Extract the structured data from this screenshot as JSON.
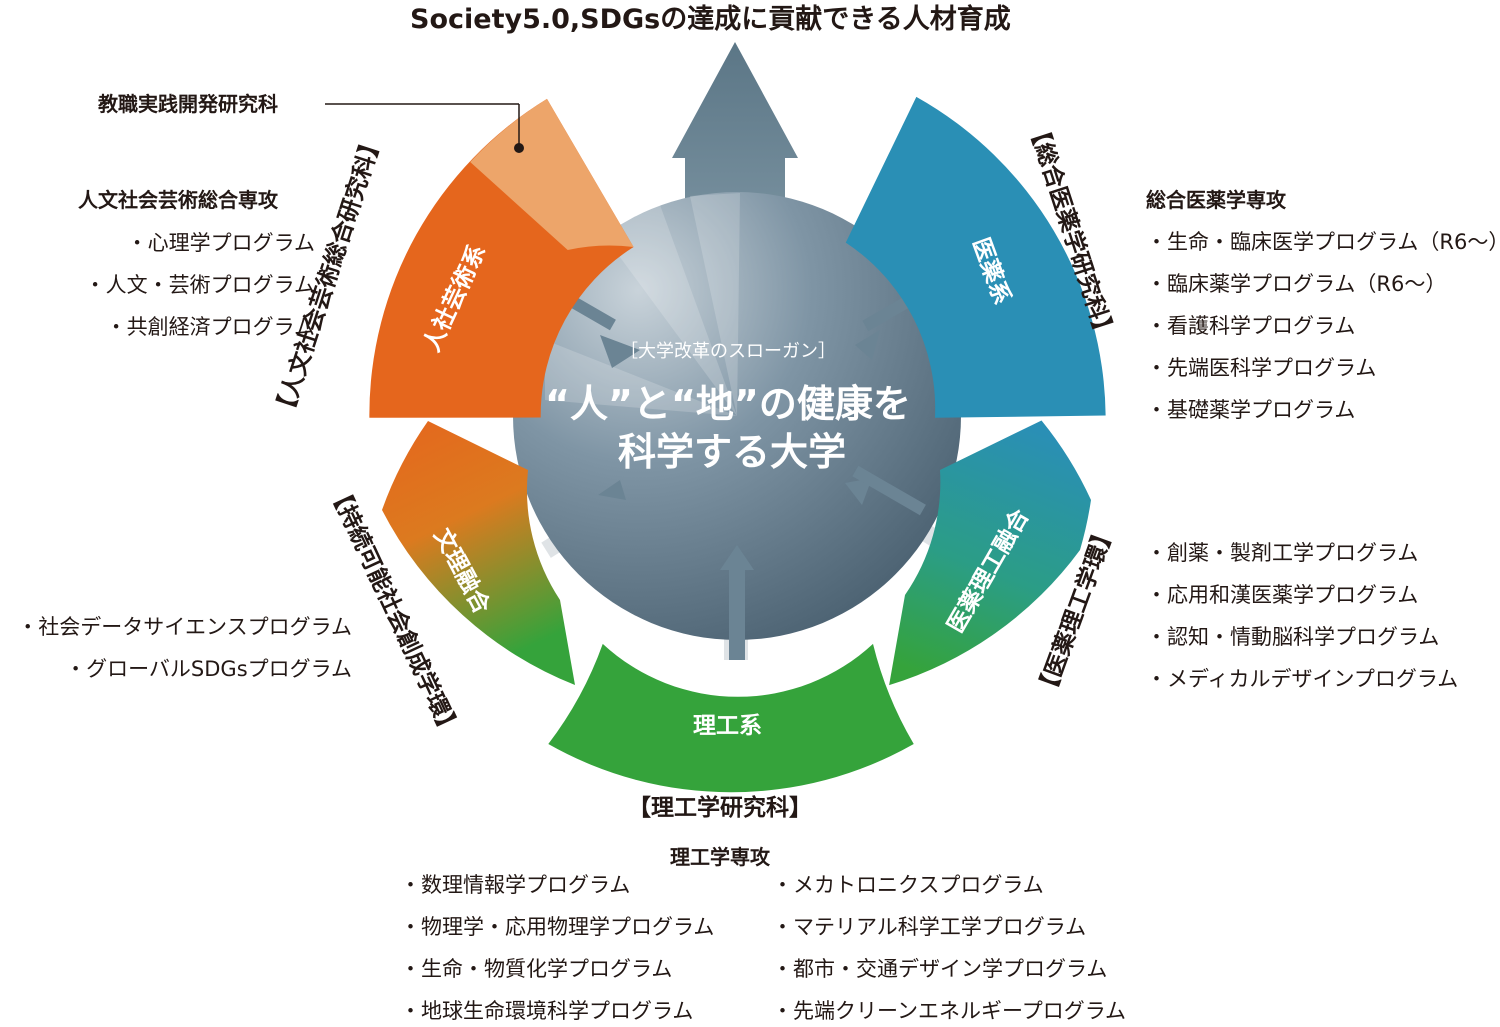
{
  "title": "Society5.0,SDGsの達成に貢献できる人材育成",
  "center": {
    "slogan_label": "［大学改革のスローガン］",
    "slogan_line1": "“人”と“地”の健康を",
    "slogan_line2": "科学する大学"
  },
  "segments": {
    "humanities": {
      "label": "人社芸術系",
      "color": "#e5661d",
      "accent": "#eda56a"
    },
    "medical": {
      "label": "医薬系",
      "color": "#2a8fb5"
    },
    "med_eng": {
      "label": "医薬理工融合",
      "color": "#2a8fb5"
    },
    "science": {
      "label": "理工系",
      "color": "#35a33b"
    },
    "liberal": {
      "label": "文理融合",
      "color": "#e5661d"
    }
  },
  "graduate_schools": {
    "humanities": "【人文社会芸術総合研究科】",
    "medical": "【総合医薬学研究科】",
    "med_eng": "【医薬理工学環】",
    "sustainable": "【持続可能社会創成学環】",
    "science": "【理工学研究科】"
  },
  "teacher_school": "教職実践開発研究科",
  "humanities_program": {
    "heading": "人文社会芸術総合専攻",
    "items": [
      "心理学プログラム",
      "人文・芸術プログラム",
      "共創経済プログラム"
    ]
  },
  "medical_program": {
    "heading": "総合医薬学専攻",
    "items": [
      "生命・臨床医学プログラム（R6～）",
      "臨床薬学プログラム（R6～）",
      "看護科学プログラム",
      "先端医科学プログラム",
      "基礎薬学プログラム"
    ]
  },
  "med_eng_program": {
    "items": [
      "創薬・製剤工学プログラム",
      "応用和漢医薬学プログラム",
      "認知・情動脳科学プログラム",
      "メディカルデザインプログラム"
    ]
  },
  "sustainable_program": {
    "items": [
      "社会データサイエンスプログラム",
      "グローバルSDGsプログラム"
    ]
  },
  "science_program": {
    "heading": "理工学専攻",
    "left_items": [
      "数理情報学プログラム",
      "物理学・応用物理学プログラム",
      "生命・物質化学プログラム",
      "地球生命環境科学プログラム"
    ],
    "right_items": [
      "メカトロニクスプログラム",
      "マテリアル科学工学プログラム",
      "都市・交通デザイン学プログラム",
      "先端クリーンエネルギープログラム"
    ]
  }
}
